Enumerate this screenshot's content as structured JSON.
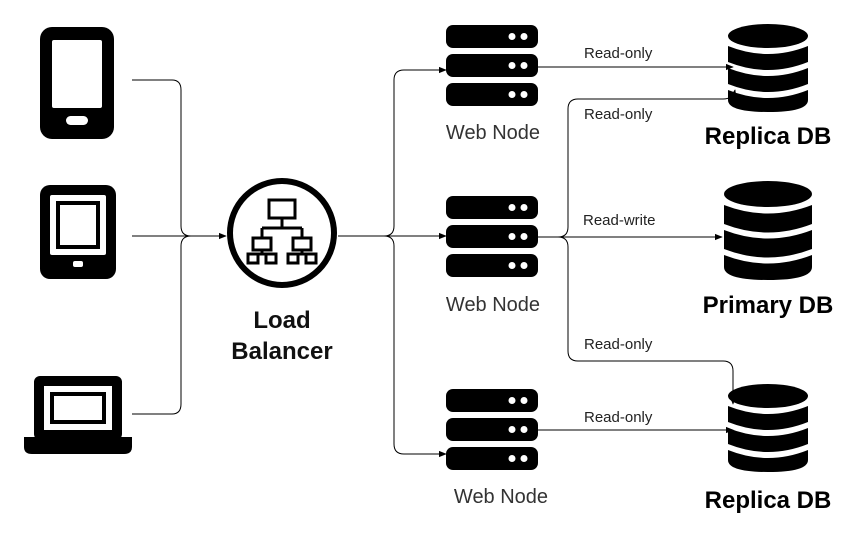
{
  "clients": [
    {
      "id": "phone",
      "icon": "smartphone-icon"
    },
    {
      "id": "tablet",
      "icon": "tablet-icon"
    },
    {
      "id": "laptop",
      "icon": "laptop-icon"
    }
  ],
  "load_balancer": {
    "label_line1": "Load",
    "label_line2": "Balancer",
    "icon": "network-hierarchy-icon"
  },
  "web_nodes": [
    {
      "label": "Web Node",
      "icon": "server-rack-icon"
    },
    {
      "label": "Web Node",
      "icon": "server-rack-icon"
    },
    {
      "label": "Web Node",
      "icon": "server-rack-icon"
    }
  ],
  "databases": [
    {
      "label": "Replica DB",
      "icon": "database-icon"
    },
    {
      "label": "Primary DB",
      "icon": "database-icon"
    },
    {
      "label": "Replica DB",
      "icon": "database-icon"
    }
  ],
  "edges": {
    "top_to_replica1": "Read-only",
    "mid_to_replica1": "Read-only",
    "mid_to_primary": "Read-write",
    "mid_to_replica2": "Read-only",
    "bottom_to_replica2": "Read-only"
  }
}
